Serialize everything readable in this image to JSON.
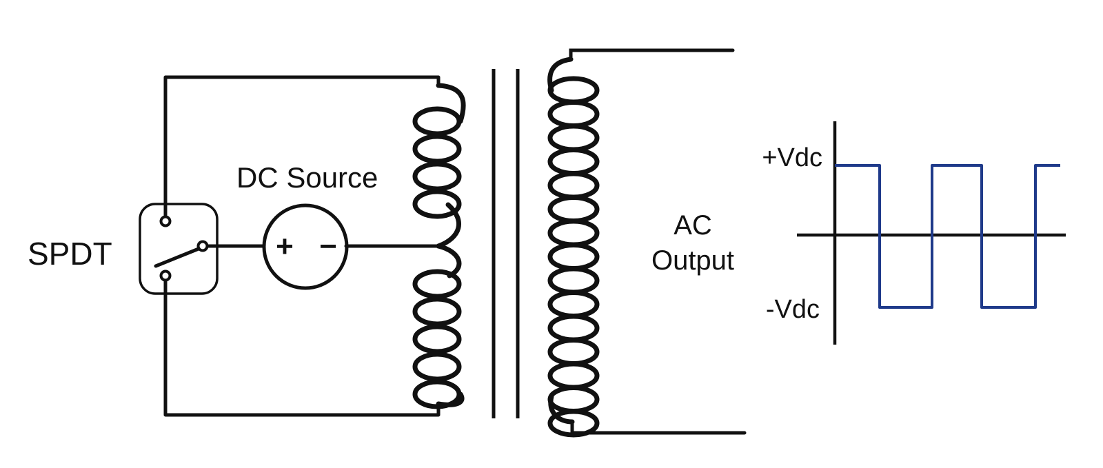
{
  "labels": {
    "switch": "SPDT",
    "source": "DC Source",
    "source_plus": "+",
    "source_minus": "−",
    "output_line1": "AC",
    "output_line2": "Output",
    "wave_pos": "+Vdc",
    "wave_neg": "-Vdc"
  },
  "colors": {
    "wire": "#111111",
    "wave": "#1f3a8a",
    "background": "#ffffff"
  },
  "transformer": {
    "primary_upper_turns": 4,
    "primary_lower_turns": 5,
    "secondary_turns": 15
  }
}
